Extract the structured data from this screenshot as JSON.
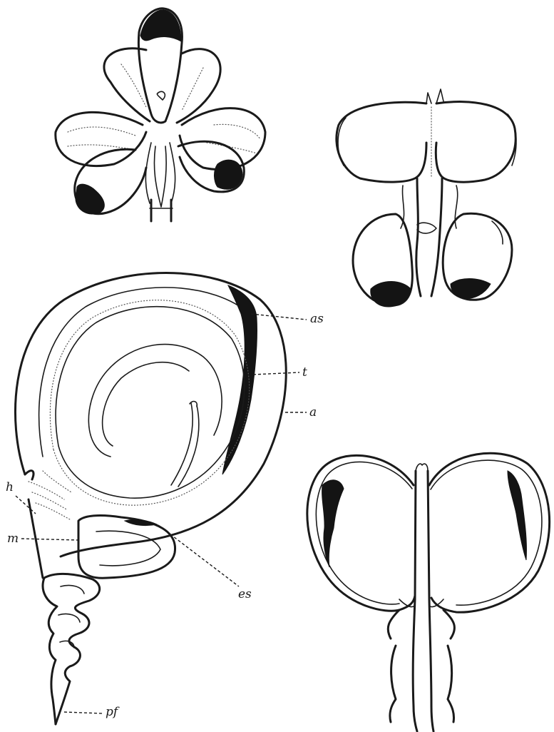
{
  "labels": {
    "as": "as",
    "t": "t",
    "a": "a",
    "h": "h",
    "m": "m",
    "es": "es",
    "pf": "pf"
  }
}
